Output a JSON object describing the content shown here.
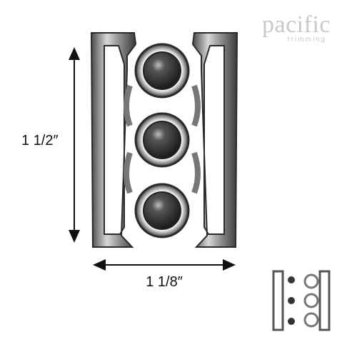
{
  "brand": {
    "name": "pacific",
    "tagline": "trimming"
  },
  "dimensions": {
    "height": "1 1/2″",
    "width": "1 1/8″"
  },
  "colors": {
    "metal": "#5a5a5a",
    "metal_light": "#d9d9d9",
    "bead": "#2a2a2a",
    "logo": "#c9c9c9",
    "arrow": "#111111"
  }
}
